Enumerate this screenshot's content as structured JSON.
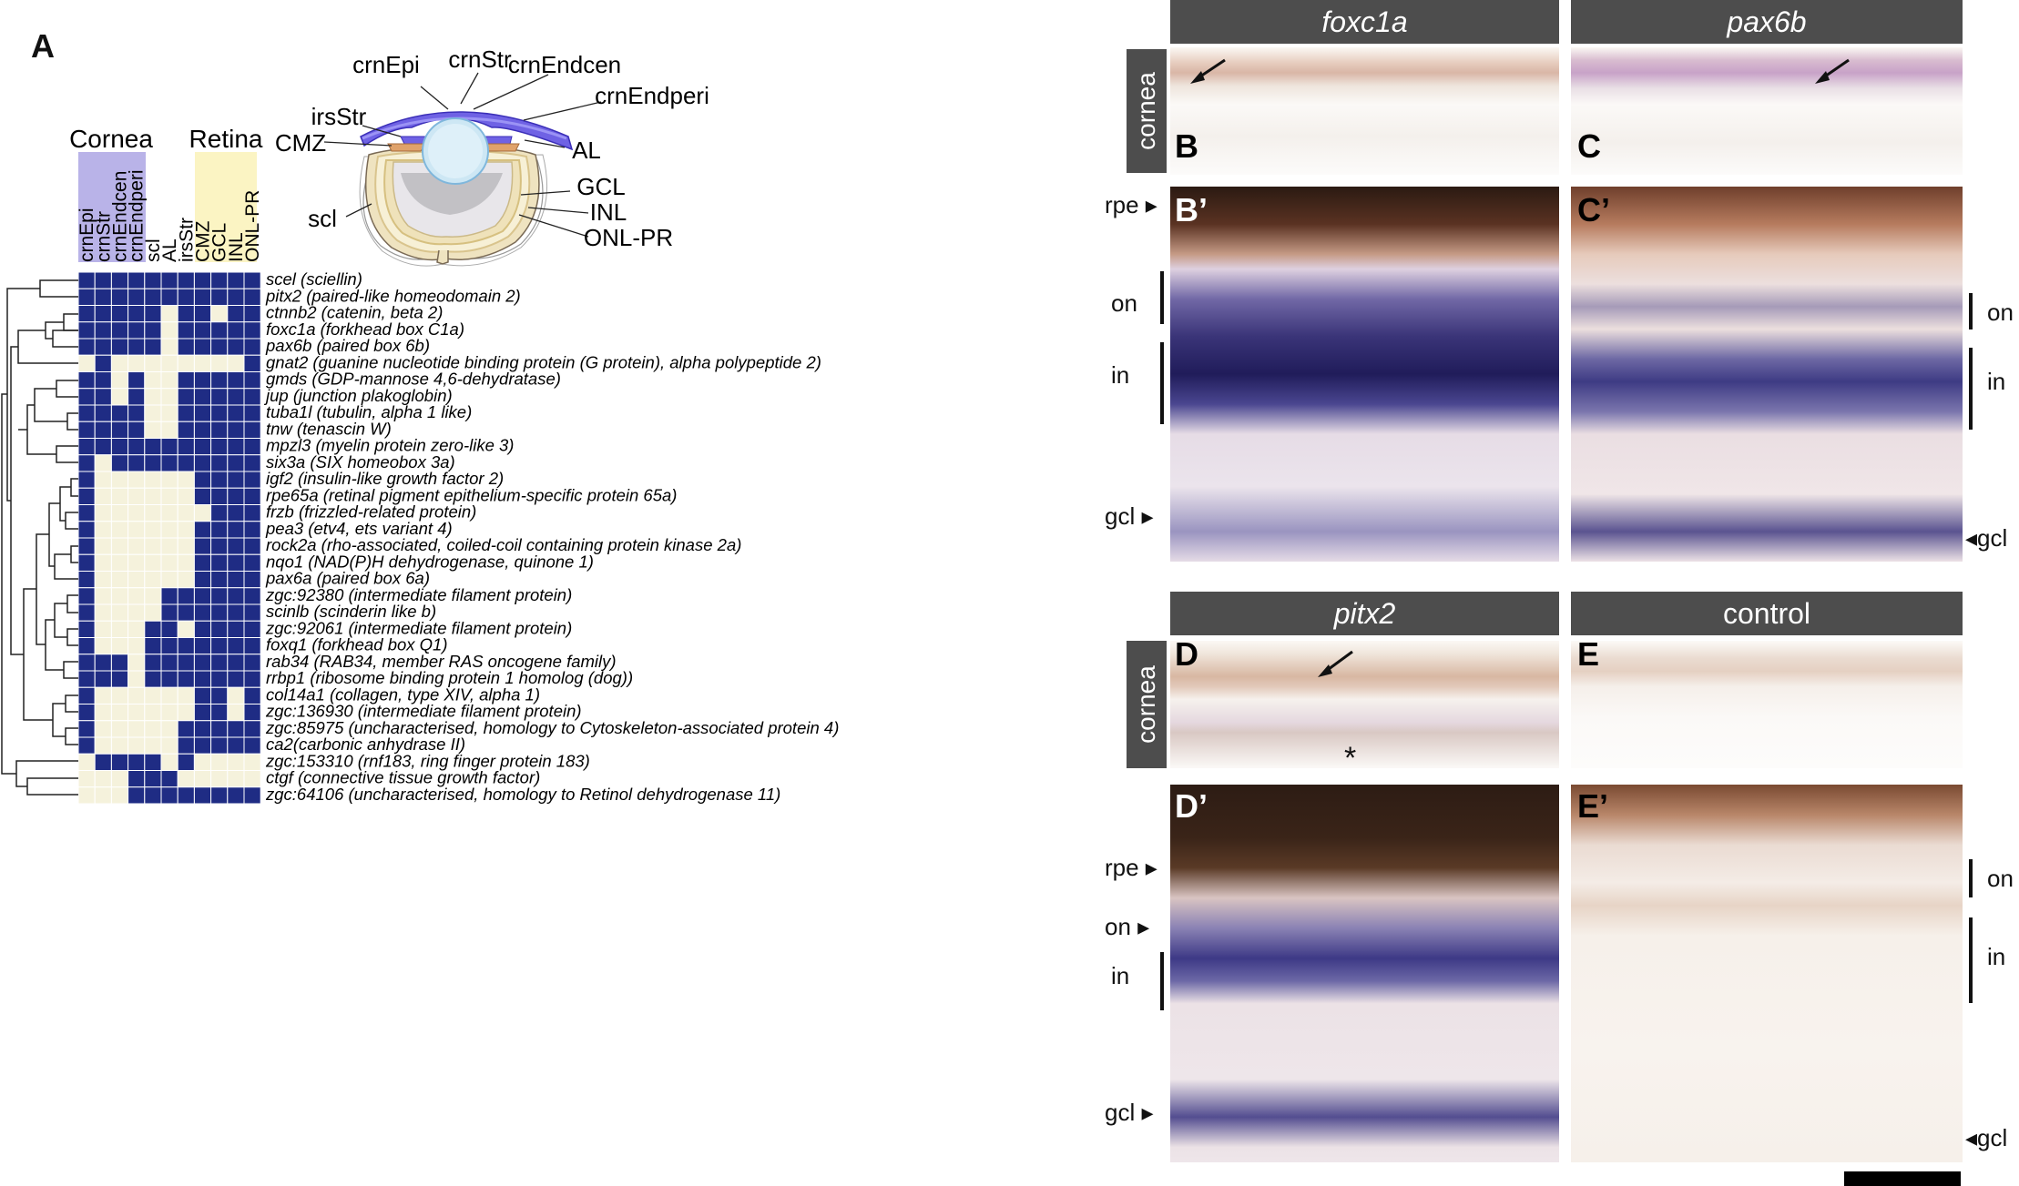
{
  "panel_a": {
    "letter": "A",
    "group_cornea": "Cornea",
    "group_retina": "Retina",
    "columns": [
      "crnEpi",
      "crnStr",
      "crnEndcen",
      "crnEndperi",
      "scl",
      "AL",
      "irsStr",
      "CMZ",
      "GCL",
      "INL",
      "ONL-PR"
    ],
    "eye_labels": [
      "crnEpi",
      "crnStr",
      "crnEndcen",
      "crnEndperi",
      "irsStr",
      "CMZ",
      "AL",
      "scl",
      "GCL",
      "INL",
      "ONL-PR"
    ],
    "genes": [
      {
        "label": "scel (sciellin)",
        "row": [
          1,
          1,
          1,
          1,
          1,
          1,
          1,
          1,
          1,
          1,
          1
        ]
      },
      {
        "label": "pitx2 (paired-like homeodomain 2)",
        "row": [
          1,
          1,
          1,
          1,
          1,
          1,
          1,
          1,
          1,
          1,
          1
        ]
      },
      {
        "label": "ctnnb2 (catenin, beta 2)",
        "row": [
          1,
          1,
          1,
          1,
          1,
          0,
          1,
          1,
          0,
          1,
          1
        ]
      },
      {
        "label": "foxc1a (forkhead box C1a)",
        "row": [
          1,
          1,
          1,
          1,
          1,
          0,
          1,
          1,
          1,
          1,
          1
        ]
      },
      {
        "label": "pax6b (paired box 6b)",
        "row": [
          1,
          1,
          1,
          1,
          1,
          0,
          1,
          1,
          1,
          1,
          1
        ]
      },
      {
        "label": "gnat2 (guanine nucleotide binding protein (G protein), alpha polypeptide 2)",
        "row": [
          0,
          1,
          0,
          0,
          0,
          0,
          0,
          0,
          0,
          0,
          1
        ]
      },
      {
        "label": "gmds (GDP-mannose 4,6-dehydratase)",
        "row": [
          1,
          1,
          0,
          1,
          0,
          0,
          1,
          1,
          1,
          1,
          1
        ]
      },
      {
        "label": "jup (junction plakoglobin)",
        "row": [
          1,
          1,
          0,
          1,
          0,
          0,
          1,
          1,
          1,
          1,
          1
        ]
      },
      {
        "label": "tuba1l (tubulin, alpha 1 like)",
        "row": [
          1,
          1,
          1,
          1,
          0,
          0,
          1,
          1,
          1,
          1,
          1
        ]
      },
      {
        "label": "tnw (tenascin W)",
        "row": [
          1,
          1,
          1,
          1,
          0,
          0,
          1,
          1,
          1,
          1,
          1
        ]
      },
      {
        "label": "mpzl3 (myelin protein zero-like 3)",
        "row": [
          1,
          1,
          1,
          1,
          1,
          1,
          1,
          1,
          1,
          1,
          1
        ]
      },
      {
        "label": "six3a (SIX homeobox 3a)",
        "row": [
          1,
          0,
          1,
          1,
          1,
          1,
          1,
          1,
          1,
          1,
          1
        ]
      },
      {
        "label": "igf2 (insulin-like growth factor 2)",
        "row": [
          1,
          0,
          0,
          0,
          0,
          0,
          0,
          1,
          1,
          1,
          1
        ]
      },
      {
        "label": "rpe65a (retinal pigment epithelium-specific protein 65a)",
        "row": [
          1,
          0,
          0,
          0,
          0,
          0,
          0,
          1,
          1,
          1,
          1
        ]
      },
      {
        "label": "frzb (frizzled-related protein)",
        "row": [
          1,
          0,
          0,
          0,
          0,
          0,
          0,
          0,
          1,
          1,
          1
        ]
      },
      {
        "label": "pea3 (etv4, ets variant 4)",
        "row": [
          1,
          0,
          0,
          0,
          0,
          0,
          0,
          1,
          1,
          1,
          1
        ]
      },
      {
        "label": "rock2a (rho-associated, coiled-coil containing protein kinase 2a)",
        "row": [
          1,
          0,
          0,
          0,
          0,
          0,
          0,
          1,
          1,
          1,
          1
        ]
      },
      {
        "label": "nqo1 (NAD(P)H dehydrogenase, quinone 1)",
        "row": [
          1,
          0,
          0,
          0,
          0,
          0,
          0,
          1,
          1,
          1,
          1
        ]
      },
      {
        "label": "pax6a (paired box 6a)",
        "row": [
          1,
          0,
          0,
          0,
          0,
          0,
          0,
          1,
          1,
          1,
          1
        ]
      },
      {
        "label": "zgc:92380 (intermediate filament protein)",
        "row": [
          1,
          0,
          0,
          0,
          0,
          1,
          1,
          1,
          1,
          1,
          1
        ]
      },
      {
        "label": "scinlb (scinderin like b)",
        "row": [
          1,
          0,
          0,
          0,
          0,
          1,
          1,
          1,
          1,
          1,
          1
        ]
      },
      {
        "label": "zgc:92061 (intermediate filament protein)",
        "row": [
          1,
          0,
          0,
          0,
          1,
          1,
          0,
          1,
          1,
          1,
          1
        ]
      },
      {
        "label": "foxq1 (forkhead box Q1)",
        "row": [
          1,
          0,
          0,
          0,
          1,
          1,
          1,
          1,
          1,
          1,
          1
        ]
      },
      {
        "label": "rab34 (RAB34, member RAS oncogene family)",
        "row": [
          1,
          1,
          1,
          0,
          1,
          1,
          1,
          1,
          1,
          1,
          1
        ]
      },
      {
        "label": "rrbp1 (ribosome binding protein 1 homolog (dog))",
        "row": [
          1,
          1,
          1,
          0,
          1,
          1,
          1,
          1,
          1,
          1,
          1
        ]
      },
      {
        "label": "col14a1 (collagen, type XIV, alpha 1)",
        "row": [
          1,
          0,
          0,
          0,
          0,
          0,
          0,
          1,
          1,
          0,
          1
        ]
      },
      {
        "label": "zgc:136930 (intermediate filament protein)",
        "row": [
          1,
          0,
          0,
          0,
          0,
          0,
          0,
          1,
          1,
          0,
          1
        ]
      },
      {
        "label": "zgc:85975 (uncharacterised, homology to Cytoskeleton-associated protein 4)",
        "row": [
          1,
          0,
          0,
          0,
          0,
          0,
          1,
          1,
          1,
          1,
          1
        ]
      },
      {
        "label": "ca2(carbonic anhydrase II)",
        "row": [
          1,
          0,
          0,
          0,
          0,
          0,
          1,
          1,
          1,
          1,
          1
        ]
      },
      {
        "label": "zgc:153310 (rnf183, ring finger protein 183)",
        "row": [
          0,
          1,
          1,
          1,
          1,
          0,
          1,
          0,
          0,
          0,
          0
        ]
      },
      {
        "label": "ctgf (connective tissue growth factor)",
        "row": [
          0,
          0,
          0,
          1,
          1,
          1,
          0,
          0,
          0,
          0,
          0
        ]
      },
      {
        "label": "zgc:64106 (uncharacterised, homology to Retinol dehydrogenase 11)",
        "row": [
          0,
          0,
          0,
          1,
          1,
          1,
          1,
          1,
          1,
          1,
          1
        ]
      }
    ],
    "colors": {
      "on": "#1f2c84",
      "off": "#f5f2dc",
      "cornea_band": "#b9b3e8",
      "retina_band": "#fbf4c3"
    }
  },
  "panels": {
    "headers": {
      "foxc1a": "foxc1a",
      "pax6b": "pax6b",
      "pitx2": "pitx2",
      "control": "control"
    },
    "cornea_tab": "cornea",
    "letters": {
      "B": "B",
      "C": "C",
      "Bp": "B’",
      "Cp": "C’",
      "D": "D",
      "E": "E",
      "Dp": "D’",
      "Ep": "E’"
    },
    "layers": {
      "rpe": "rpe ▸",
      "on": "on",
      "in": "in",
      "gcl": "gcl ▸",
      "on_arrow": "on ▸",
      "gcl_right": "◂gcl",
      "star": "*"
    }
  }
}
